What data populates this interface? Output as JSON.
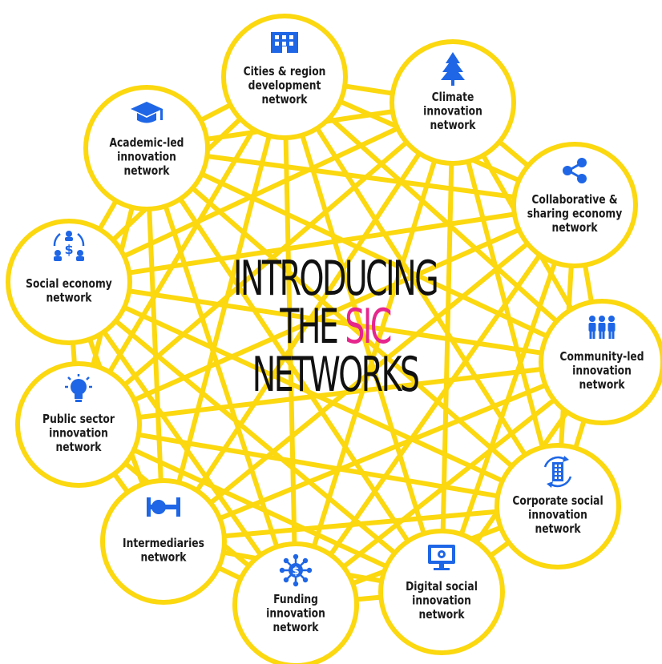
{
  "title": {
    "line1": "INTRODUCING",
    "line2_prefix": "THE ",
    "line2_accent": "SIC",
    "line3": "NETWORKS"
  },
  "colors": {
    "ring": "#fbd80f",
    "icon": "#1e66e6",
    "accent": "#e6268d",
    "text": "#1a1a1a"
  },
  "nodes": [
    {
      "id": "cities",
      "icon": "building-icon",
      "lines": [
        "Cities & region",
        "development",
        "network"
      ]
    },
    {
      "id": "climate",
      "icon": "tree-icon",
      "lines": [
        "Climate",
        "innovation",
        "network"
      ]
    },
    {
      "id": "collaborative",
      "icon": "share-icon",
      "lines": [
        "Collaborative &",
        "sharing economy",
        "network"
      ]
    },
    {
      "id": "community",
      "icon": "people-icon",
      "lines": [
        "Community-led",
        "innovation",
        "network"
      ]
    },
    {
      "id": "corporate",
      "icon": "rotating-building-icon",
      "lines": [
        "Corporate social",
        "innovation",
        "network"
      ]
    },
    {
      "id": "digital",
      "icon": "monitor-gear-icon",
      "lines": [
        "Digital social",
        "innovation",
        "network"
      ]
    },
    {
      "id": "funding",
      "icon": "dollar-network-icon",
      "lines": [
        "Funding",
        "innovation",
        "network"
      ]
    },
    {
      "id": "intermediaries",
      "icon": "intermediary-icon",
      "lines": [
        "Intermediaries",
        "network"
      ]
    },
    {
      "id": "public",
      "icon": "lightbulb-icon",
      "lines": [
        "Public sector",
        "innovation",
        "network"
      ]
    },
    {
      "id": "social",
      "icon": "social-economy-icon",
      "lines": [
        "Social economy",
        "network"
      ]
    },
    {
      "id": "academic",
      "icon": "graduation-cap-icon",
      "lines": [
        "Academic-led",
        "innovation",
        "network"
      ]
    }
  ]
}
